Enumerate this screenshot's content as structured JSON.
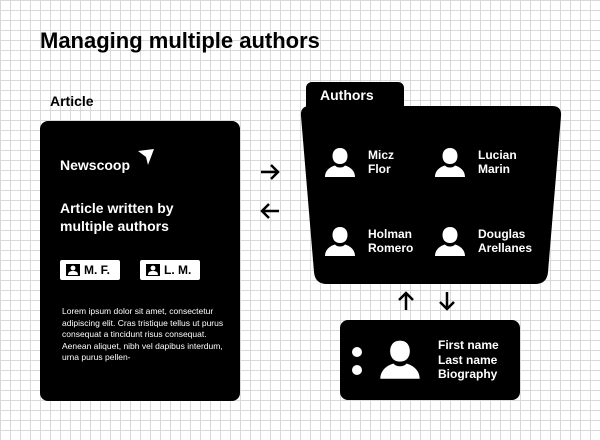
{
  "title": "Managing multiple authors",
  "article": {
    "label": "Article",
    "brand": "Newscoop",
    "heading": "Article written by multiple authors",
    "author_pills": [
      "M. F.",
      "L. M."
    ],
    "body": "Lorem ipsum dolor sit amet, consectetur adipiscing elit. Cras tristique tellus ut purus consequat a tincidunt risus consequat. Aenean aliquet, nibh vel dapibus interdum, urna purus pellen-"
  },
  "authors": {
    "label": "Authors",
    "list": [
      {
        "name": "Micz\nFlor"
      },
      {
        "name": "Lucian\nMarin"
      },
      {
        "name": "Holman\nRomero"
      },
      {
        "name": "Douglas\nArellanes"
      }
    ]
  },
  "profile": {
    "fields": [
      "First name",
      "Last name",
      "Biography"
    ]
  },
  "icons": {
    "person": "person-silhouette-icon",
    "arrow_right": "arrow-right-icon",
    "arrow_left": "arrow-left-icon",
    "arrow_up": "arrow-up-icon",
    "arrow_down": "arrow-down-icon",
    "brand_mark": "newscoop-logo-mark"
  },
  "colors": {
    "ink": "#000000",
    "paper": "#ffffff",
    "grid": "#d9d9d9"
  }
}
